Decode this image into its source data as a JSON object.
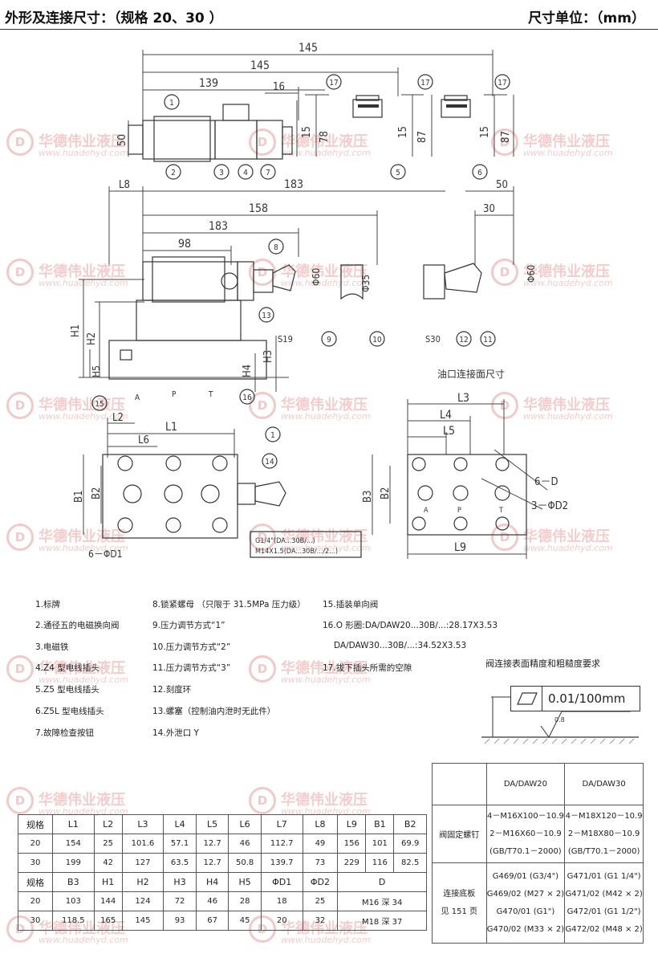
{
  "header": {
    "title": "外形及连接尺寸：（规格 20、30 ）",
    "unit": "尺寸单位：（mm）"
  },
  "watermark": {
    "company": "华德伟业液压",
    "url": "www.huadehyd.com",
    "logo": "D"
  },
  "drawing": {
    "oil_port_title": "油口连接面尺寸",
    "dims": {
      "d145a": "145",
      "d145b": "145",
      "d139": "139",
      "d16": "16",
      "d50a": "50",
      "d15a": "15",
      "d78": "78",
      "d15b": "15",
      "d87a": "87",
      "d15c": "15",
      "d87b": "87",
      "l8": "L8",
      "d183a": "183",
      "d50b": "50",
      "d158": "158",
      "d30": "30",
      "d183b": "183",
      "d98": "98",
      "phi60a": "Φ60",
      "phi35": "Φ35",
      "phi60b": "Φ60",
      "s19": "S19",
      "s30": "S30",
      "h1": "H1",
      "h2": "H2",
      "h3": "H3",
      "h4": "H4",
      "h5": "H5",
      "l2": "L2",
      "l1": "L1",
      "l6": "L6",
      "b1": "B1",
      "b2": "B2",
      "phid1": "6－ΦD1",
      "l3": "L3",
      "l4": "L4",
      "l5": "L5",
      "six_d": "6－D",
      "three_d2": "3－ΦD2",
      "b3": "B3",
      "b2r": "B2",
      "l9": "L9",
      "port_a": "A",
      "port_p": "P",
      "port_t": "T",
      "port_a2": "A",
      "port_p2": "P",
      "port_t2": "T",
      "note_g": "G1/4\"(DA...30B/...)",
      "note_m": "M14X1.5(DA...30B/.../2...)"
    },
    "balloons": [
      "1",
      "2",
      "3",
      "4",
      "5",
      "6",
      "7",
      "8",
      "9",
      "10",
      "11",
      "12",
      "13",
      "14",
      "15",
      "16",
      "17"
    ]
  },
  "legend": [
    "1.标牌",
    "2.通径五的电磁换向阀",
    "3.电磁铁",
    "4.Z4 型电线插头",
    "5.Z5 型电线插头",
    "6.Z5L 型电线插头",
    "7.故障检查按钮",
    "8.锁紧螺母 （只限于 31.5MPa 压力级）",
    "9.压力调节方式“1”",
    "10.压力调节方式“2”",
    "11.压力调节方式“3”",
    "12.刻度环",
    "13.螺塞（控制油内泄时无此件）",
    "14.外泄口 Y",
    "15.插装单向阀",
    "16.O 形圈:DA/DAW20...30B/...:28.17X3.53",
    "DA/DAW30...30B/...:34.52X3.53",
    "17.拔下插头所需的空隙"
  ],
  "roughness": {
    "title": "阀连接表面精度和粗糙度要求",
    "value": "0.01/100mm",
    "ra": "0.8"
  },
  "specs": {
    "header1": [
      "规格",
      "L1",
      "L2",
      "L3",
      "L4",
      "L5",
      "L6",
      "L7",
      "L8",
      "L9",
      "B1",
      "B2"
    ],
    "rows1": [
      [
        "20",
        "154",
        "25",
        "101.6",
        "57.1",
        "12.7",
        "46",
        "112.7",
        "49",
        "156",
        "101",
        "69.9"
      ],
      [
        "30",
        "199",
        "42",
        "127",
        "63.5",
        "12.7",
        "50.8",
        "139.7",
        "73",
        "229",
        "116",
        "82.5"
      ]
    ],
    "header2": [
      "规格",
      "B3",
      "H1",
      "H2",
      "H3",
      "H4",
      "H5",
      "ΦD1",
      "ΦD2",
      "D"
    ],
    "rows2": [
      [
        "20",
        "103",
        "144",
        "124",
        "72",
        "46",
        "28",
        "18",
        "25",
        "M16 深 34"
      ],
      [
        "30",
        "118.5",
        "165",
        "145",
        "93",
        "67",
        "45",
        "20",
        "32",
        "M18 深 37"
      ]
    ]
  },
  "screws": {
    "col20": "DA/DAW20",
    "col30": "DA/DAW30",
    "row1_label": "阀固定螺钉",
    "row1_20": [
      "4－M16X100－10.9",
      "2－M16X60－10.9",
      "(GB/T70.1－2000)"
    ],
    "row1_30": [
      "4－M18X120－10.9",
      "2－M18X80－10.9",
      "(GB/T70.1－2000)"
    ],
    "row2_label": [
      "连接底板",
      "见 151 页"
    ],
    "row2_20": [
      "G469/01 (G3/4\")",
      "G469/02 (M27 × 2)",
      "G470/01 (G1\")",
      "G470/02 (M33 × 2)"
    ],
    "row2_30": [
      "G471/01 (G1 1/4\")",
      "G471/02 (M42 × 2)",
      "G472/01 (G1 1/2\")",
      "G472/02 (M48 × 2)"
    ]
  }
}
